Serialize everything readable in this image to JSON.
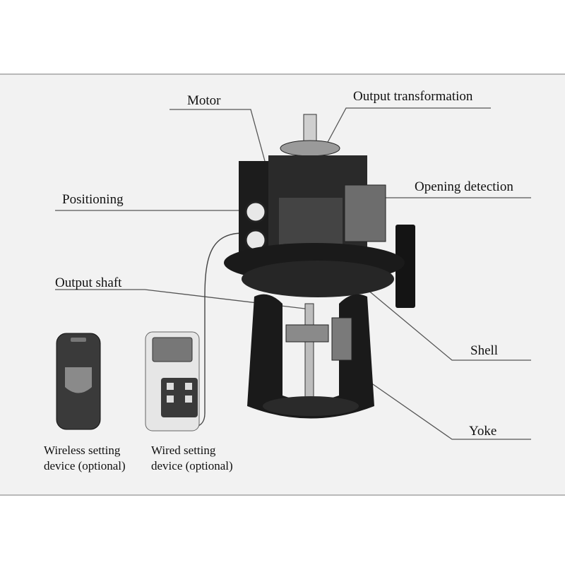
{
  "labels": {
    "motor": "Motor",
    "output_transformation": "Output transformation",
    "positioning": "Positioning",
    "opening_detection": "Opening detection",
    "output_shaft": "Output shaft",
    "shell": "Shell",
    "yoke": "Yoke"
  },
  "devices": {
    "wireless": {
      "line1": "Wireless setting",
      "line2": "device (optional)"
    },
    "wired": {
      "line1": "Wired setting",
      "line2": "device (optional)"
    }
  },
  "colors": {
    "panel": "#f2f2f2",
    "rule": "#b9b9b9",
    "leader": "#555555",
    "actuator": "#1c1c1c",
    "device_wireless": "#3a3a3a",
    "device_wired": "#e6e6e6"
  }
}
